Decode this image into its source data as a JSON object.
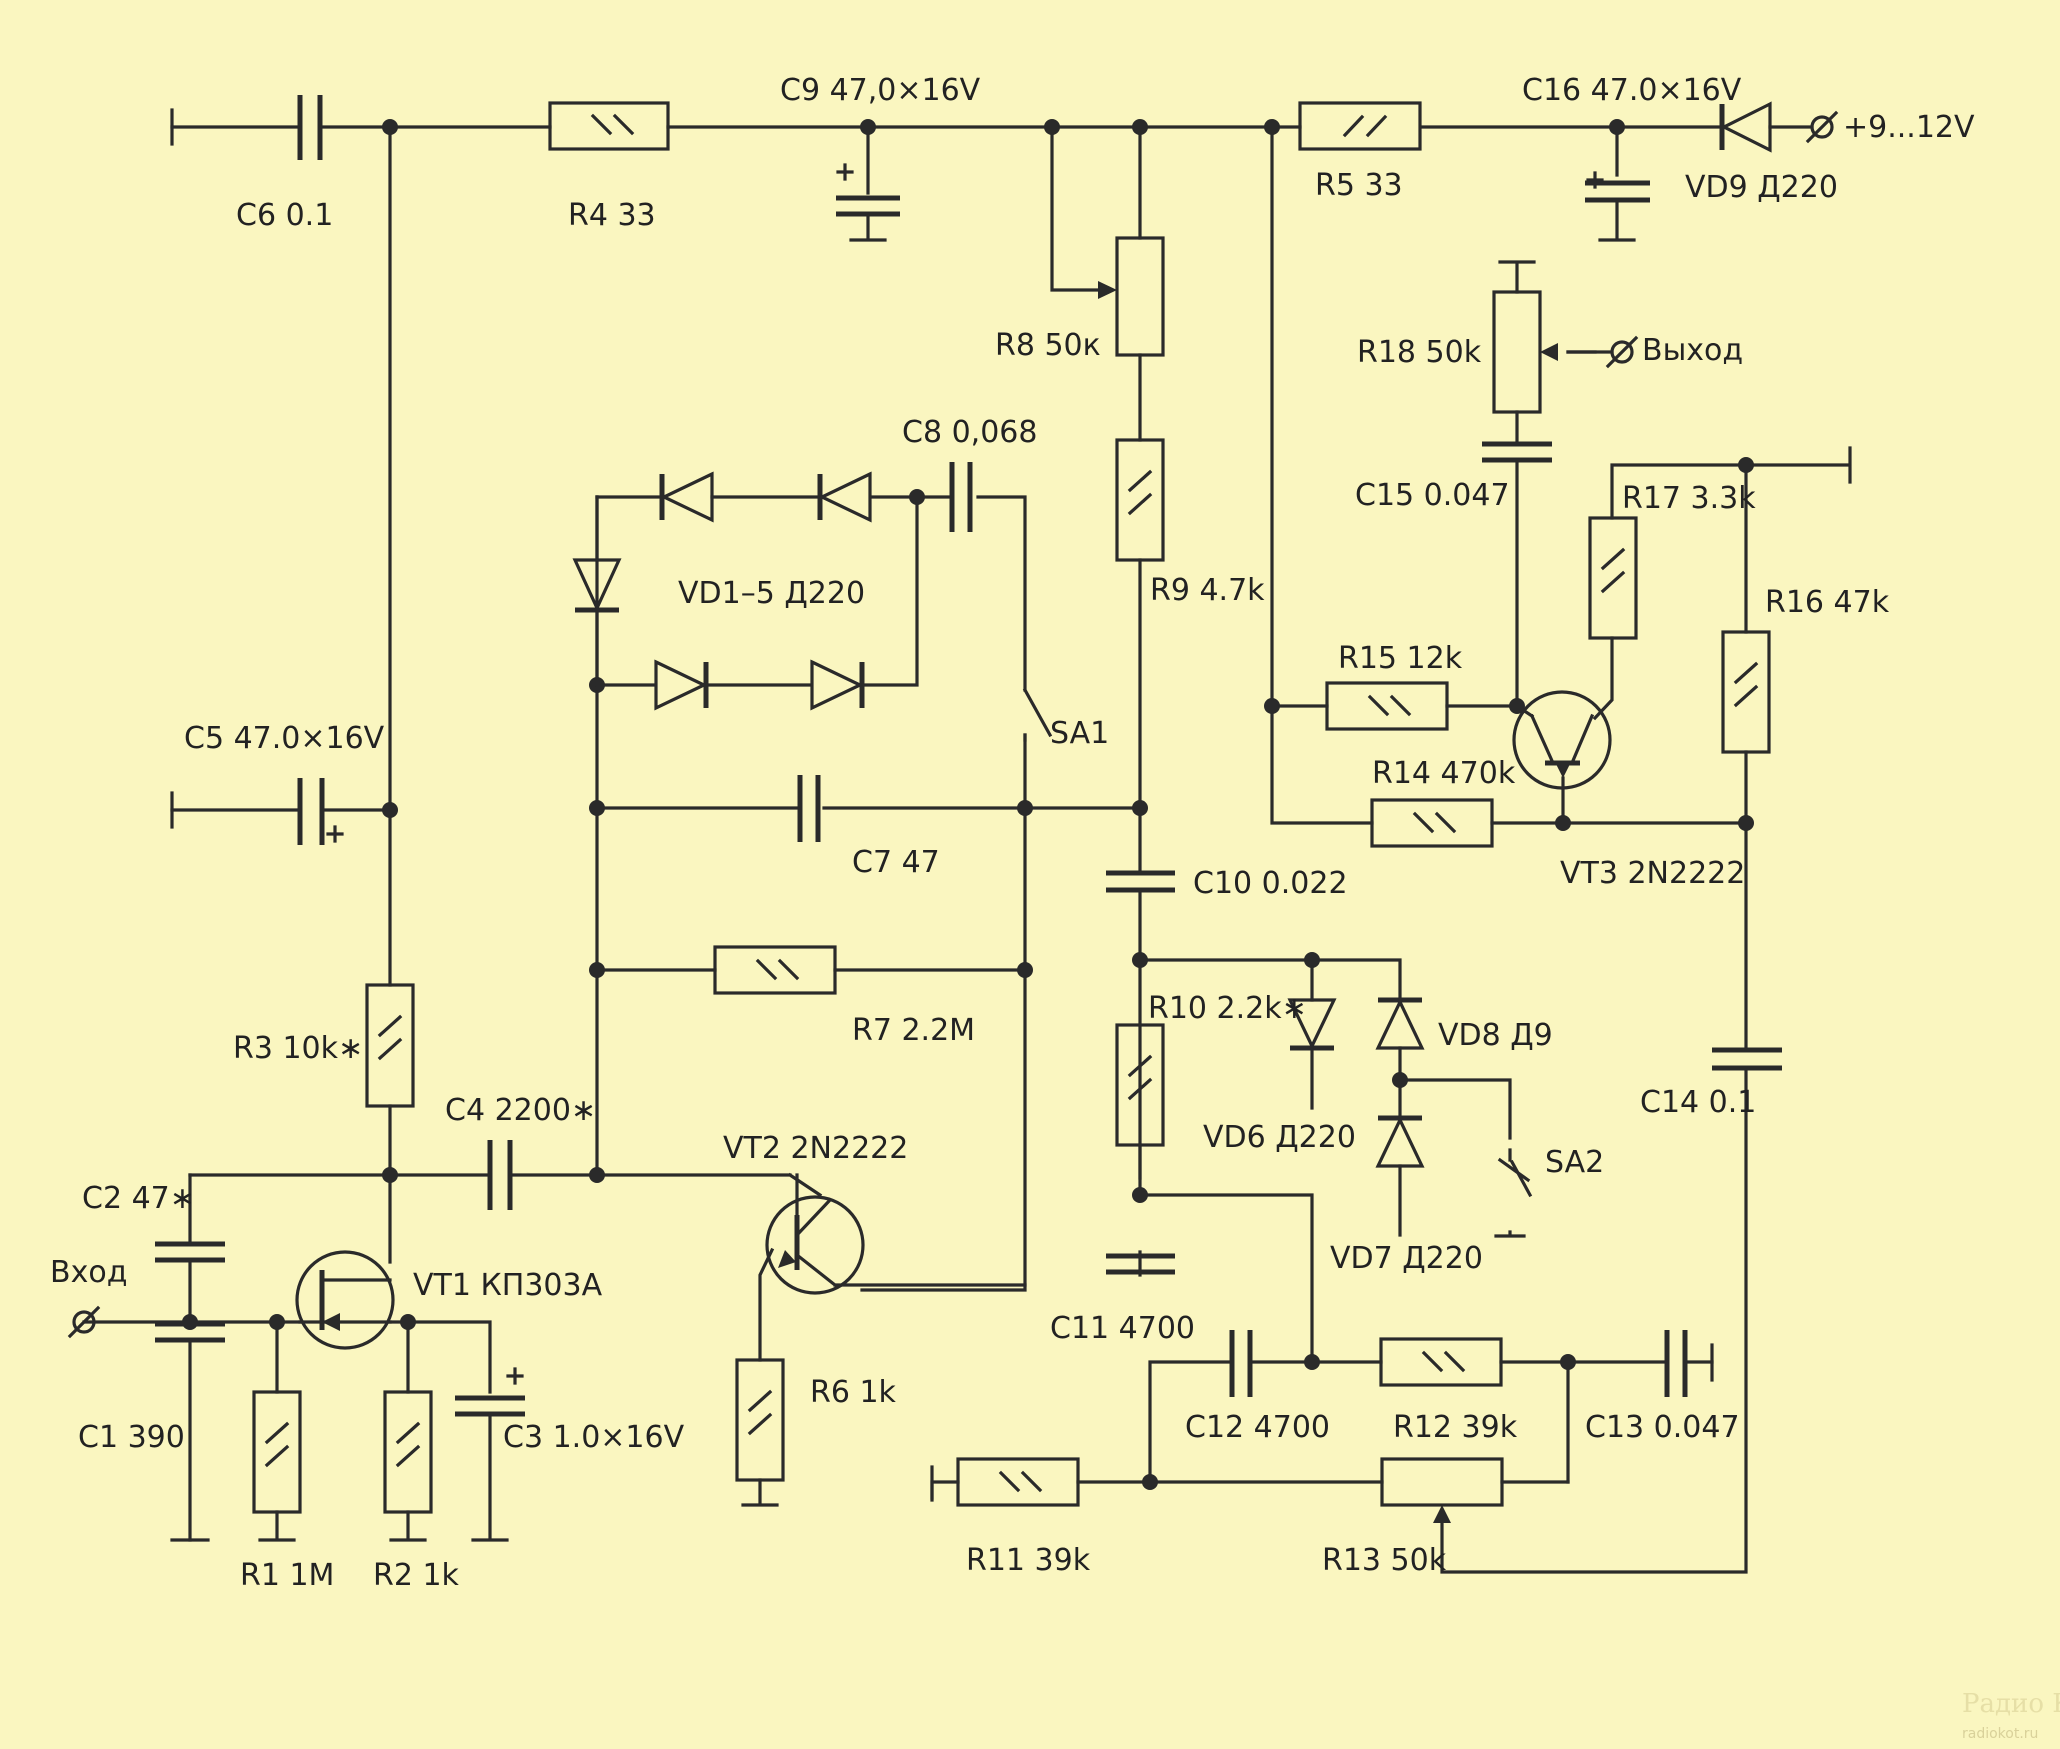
{
  "labels": {
    "C6": "C6 0.1",
    "R4": "R4  33",
    "C9": "C9 47,0×16V",
    "R5": "R5  33",
    "C16": "C16 47.0×16V",
    "VD9": "VD9 Д220",
    "supply": "+9...12V",
    "R8": "R8  50к",
    "R18": "R18 50k",
    "out": "Выход",
    "C8": "C8 0,068",
    "C15": "C15  0.047",
    "R17": "R17 3.3k",
    "VD1_5": "VD1–5  Д220",
    "R9": "R9 4.7k",
    "R16": "R16 47k",
    "R15": "R15 12k",
    "C5": "C5 47.0×16V",
    "SA1": "SA1",
    "R14": "R14 470k",
    "C7": "C7  47",
    "C10": "C10 0.022",
    "VT3": "VT3 2N2222",
    "R10": "R10 2.2k∗",
    "VD8": "VD8 Д9",
    "R7": "R7 2.2M",
    "R3": "R3 10k∗",
    "C4": "C4 2200∗",
    "VD6": "VD6 Д220",
    "C14": "C14 0.1",
    "SA2": "SA2",
    "VT2": "VT2 2N2222",
    "C2": "C2 47∗",
    "in": "Вход",
    "VT1": "VT1 КП303А",
    "VD7": "VD7 Д220",
    "C11": "C11 4700",
    "R6": "R6  1k",
    "C12": "C12 4700",
    "R12": "R12 39k",
    "C13": "C13 0.047",
    "C1": "C1  390",
    "C3": "C3 1.0×16V",
    "R11": "R11 39k",
    "R13": "R13 50k",
    "R1": "R1 1M",
    "R2": "R2 1k"
  },
  "watermark": {
    "logo": "Радио КОТ",
    "url": "radiokot.ru"
  },
  "colors": {
    "background": "#faf6c0",
    "ink": "#2a2a2a"
  }
}
